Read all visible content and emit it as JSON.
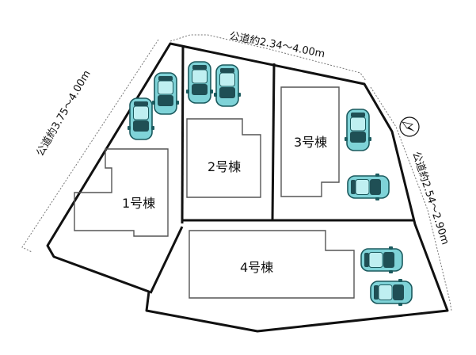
{
  "roads": {
    "north": "公道約2.34～4.00m",
    "west": "公道約3.75～4.00m",
    "east": "公道約2.54～2.90m"
  },
  "lots": [
    {
      "id": "1",
      "label": "1号棟"
    },
    {
      "id": "2",
      "label": "2号棟"
    },
    {
      "id": "3",
      "label": "3号棟"
    },
    {
      "id": "4",
      "label": "4号棟"
    }
  ],
  "compass": {
    "icon": "north-arrow-icon"
  },
  "colors": {
    "car_body": "#7fd3d8",
    "car_roof": "#bfeff1",
    "car_outline": "#1b5a5e",
    "lot_line": "#111111",
    "building_line": "#555555"
  }
}
